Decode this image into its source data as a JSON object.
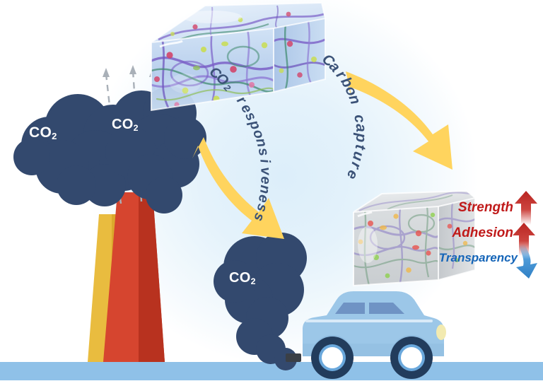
{
  "figure": {
    "type": "scientific-graphical-abstract",
    "background_color": "#ffffff",
    "glow_color": "#dceefa",
    "ground_color": "#8fc1e8"
  },
  "emissions": {
    "cloud_color": "#33496e",
    "label_color": "#ffffff",
    "clouds": [
      {
        "name": "cloud-upper-left",
        "label": "CO",
        "sub": "2"
      },
      {
        "name": "cloud-upper-right",
        "label": "CO",
        "sub": "2"
      },
      {
        "name": "cloud-lower-car",
        "label": "CO",
        "sub": "2"
      }
    ],
    "dashed_arrow_color": "#a9b0b8",
    "dashed_arrow_count": 3
  },
  "smokestacks": [
    {
      "name": "stack-yellow",
      "color": "#e9bc3f",
      "shade": "#dba92c"
    },
    {
      "name": "stack-red",
      "color": "#d6452f",
      "shade": "#b8321f"
    }
  ],
  "vehicle": {
    "name": "car",
    "body_color": "#9cc7e8",
    "window_color": "#6f93c4",
    "tire_color": "#223c5c",
    "hub_color": "#ffffff",
    "headlight_color": "#f2eab0",
    "exhaust_color": "#3a3f46"
  },
  "arrows": [
    {
      "name": "carbon-capture-arrow",
      "label": "Carbon capture",
      "sub": "",
      "color": "#ffd45e",
      "text_color": "#3b5277",
      "direction": "down-right"
    },
    {
      "name": "co2-responsiveness-arrow",
      "label_pre": "CO",
      "label_sub": "2",
      "label_post": " responsiveness",
      "label": "CO2 responsiveness",
      "color": "#ffd45e",
      "text_color": "#3b5277",
      "direction": "down-right"
    }
  ],
  "hydrogels": [
    {
      "name": "hydrogel-transparent-block",
      "state": "transparent",
      "base_color": "#bcd4ef",
      "network_colors": [
        "#7a5fc7",
        "#3f8a6e",
        "#8fbf5a"
      ],
      "node_colors": [
        "#d2456a",
        "#c9dd52",
        "#e07aa8"
      ]
    },
    {
      "name": "hydrogel-opaque-block",
      "state": "opaque",
      "base_color": "#cfd2d4",
      "network_colors": [
        "#8878c4",
        "#6f9c7e",
        "#9aa0a8"
      ],
      "node_colors": [
        "#e8534f",
        "#f0b84a",
        "#8fd14f"
      ]
    }
  ],
  "properties": [
    {
      "name": "property-strength",
      "label": "Strength",
      "color": "#c01a1a",
      "trend": "up",
      "arrow_color": "#c7302a"
    },
    {
      "name": "property-adhesion",
      "label": "Adhesion",
      "color": "#c01a1a",
      "trend": "up",
      "arrow_color": "#c7302a"
    },
    {
      "name": "property-transparency",
      "label": "Transparency",
      "color": "#1565b8",
      "trend": "down",
      "arrow_color": "#3a8fd4"
    }
  ]
}
